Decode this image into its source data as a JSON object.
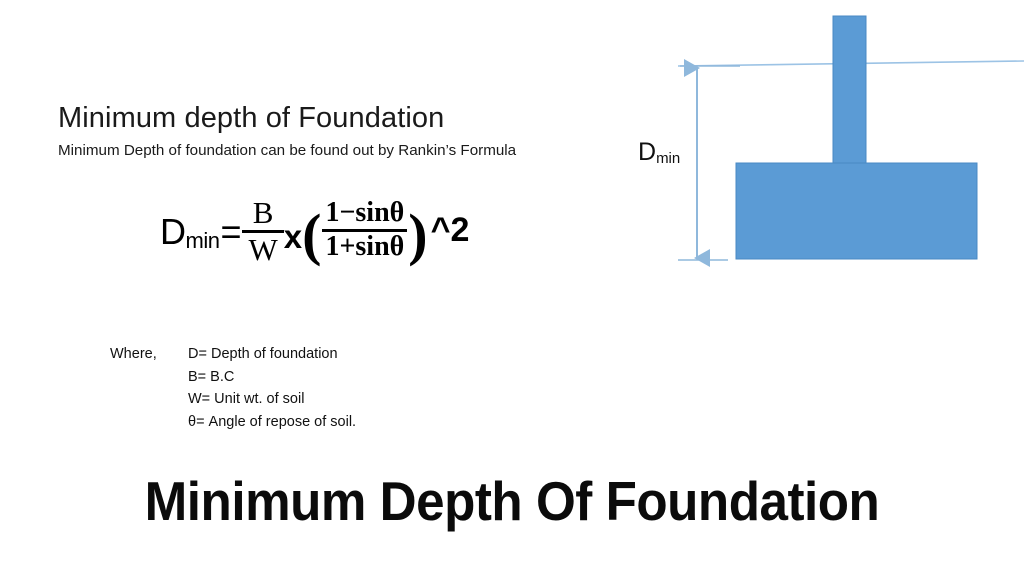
{
  "slide": {
    "background_color": "#ffffff",
    "heading": "Minimum depth of Foundation",
    "subheading": "Minimum Depth of foundation can be found out by Rankin’s Formula",
    "bottom_title": "Minimum Depth Of Foundation"
  },
  "formula": {
    "lhs_symbol": "D",
    "lhs_subscript": "min",
    "equals": "=",
    "fraction_1_numerator": "B",
    "fraction_1_denominator": "W",
    "multiply": "x",
    "open_paren": "(",
    "fraction_2_numerator": "1−sinθ",
    "fraction_2_denominator": "1+sinθ",
    "close_paren": ")",
    "power": "^2",
    "plain_text": "Dmin = B/W x ((1−sinθ)/(1+sinθ))^2"
  },
  "legend": {
    "where_label": "Where,",
    "items": [
      "D= Depth of foundation",
      "B= B.C",
      "W= Unit wt. of soil",
      "θ= Angle of repose of soil."
    ]
  },
  "diagram": {
    "dimension_label_symbol": "D",
    "dimension_label_subscript": "min",
    "shape_fill_color": "#5B9BD5",
    "shape_stroke_color": "#4A8AC4",
    "ground_line_color": "#9CC3E5",
    "dimension_line_color": "#8FB8DC"
  }
}
